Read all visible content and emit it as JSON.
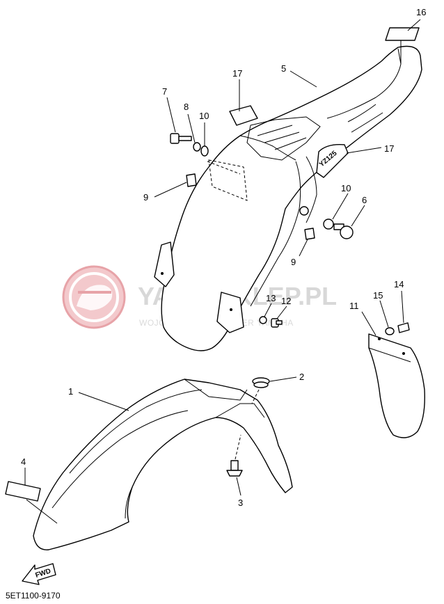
{
  "diagram_code": "5ET1100-9170",
  "watermark": {
    "title": "YAMA-SKLEP.PL",
    "subtitle": "WOJCIECHOWSKI DEALER YAMAHA"
  },
  "forward_marker": "FWD",
  "decal_text": "YZ125",
  "callouts": {
    "c1": "1",
    "c2": "2",
    "c3": "3",
    "c4": "4",
    "c5": "5",
    "c6": "6",
    "c7": "7",
    "c8": "8",
    "c9a": "9",
    "c9b": "9",
    "c10a": "10",
    "c10b": "10",
    "c11": "11",
    "c12": "12",
    "c13": "13",
    "c14": "14",
    "c15": "15",
    "c16": "16",
    "c17a": "17",
    "c17b": "17"
  },
  "colors": {
    "watermark_logo": "#e7a3a8",
    "watermark_text": "#d8d8d8"
  }
}
